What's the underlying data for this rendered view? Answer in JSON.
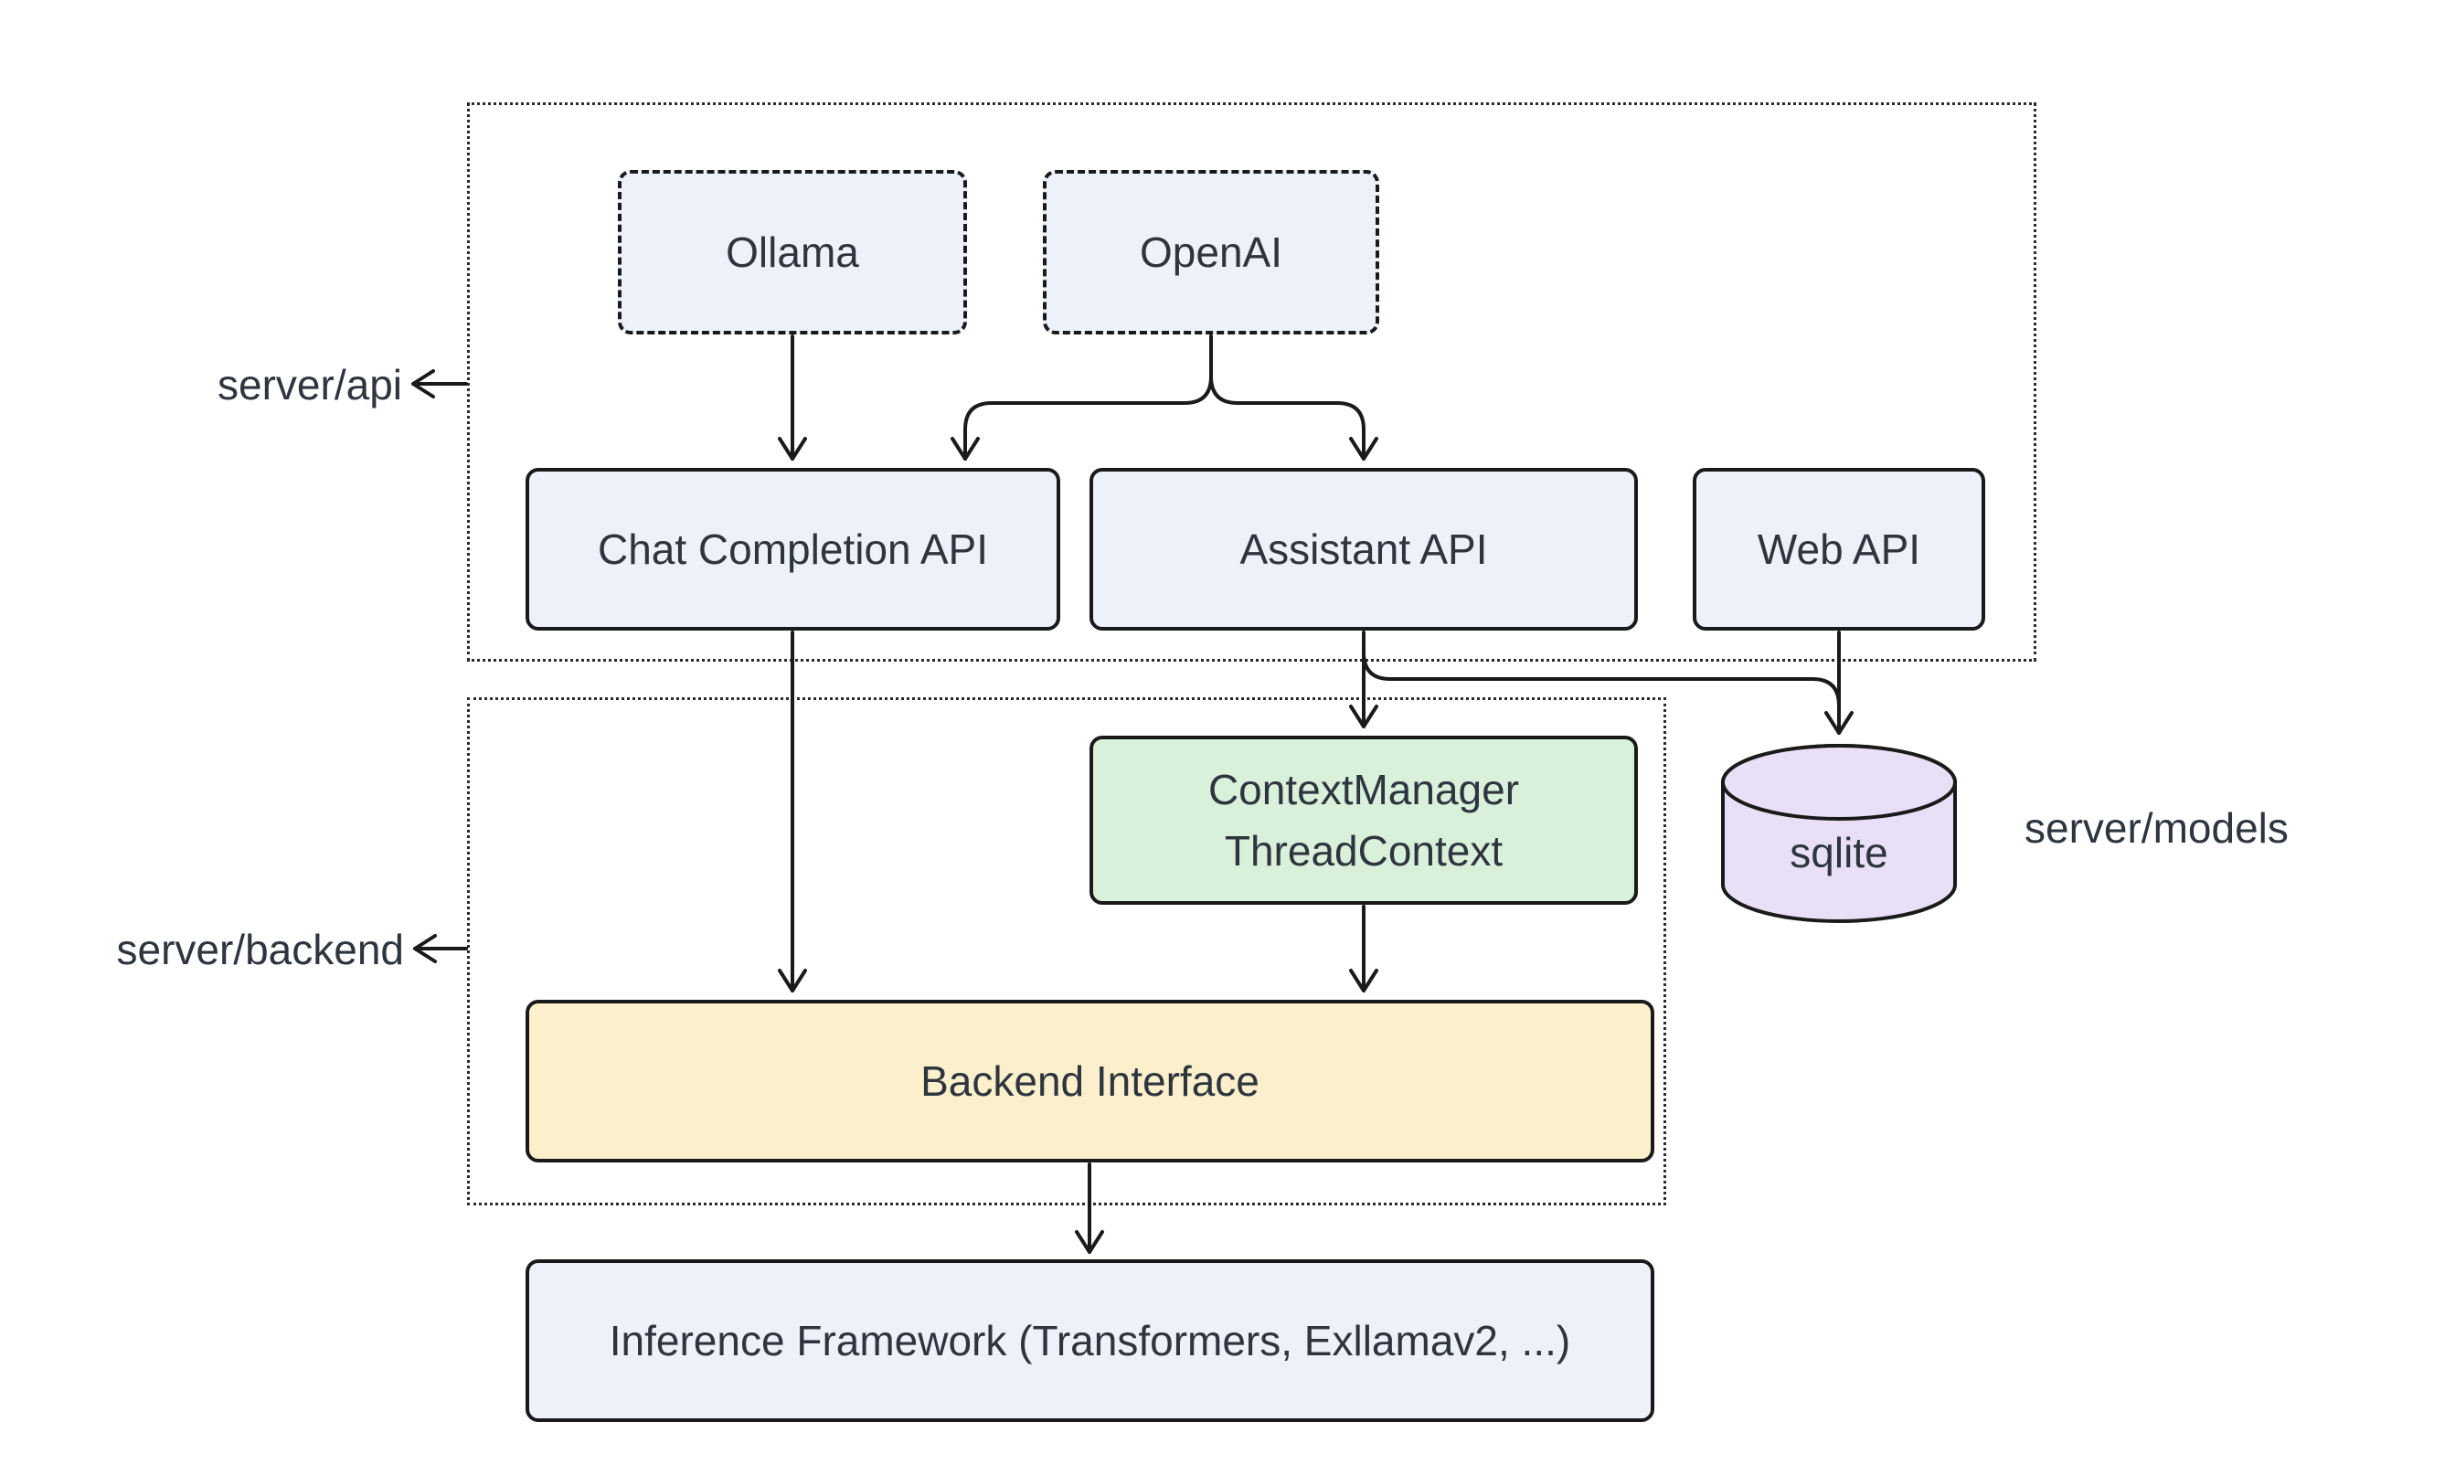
{
  "colors": {
    "canvas-bg": "#ffffff",
    "node-blue": "#ecf1fa",
    "node-green": "#d9f1db",
    "node-yellow": "#fbf0cb",
    "node-purple": "#e9dff7",
    "stroke": "#1a1a1a",
    "container-stroke": "#2b2b2b",
    "text": "#2e353f"
  },
  "containers": {
    "server_api": {
      "label": "server/api"
    },
    "server_backend": {
      "label": "server/backend"
    }
  },
  "labels": {
    "server_models": "server/models"
  },
  "nodes": {
    "ollama": {
      "label": "Ollama"
    },
    "openai": {
      "label": "OpenAI"
    },
    "chat_completion": {
      "label": "Chat Completion API"
    },
    "assistant": {
      "label": "Assistant API"
    },
    "web_api": {
      "label": "Web API"
    },
    "context_manager": {
      "line1": "ContextManager",
      "line2": "ThreadContext"
    },
    "sqlite": {
      "label": "sqlite"
    },
    "backend_interface": {
      "label": "Backend Interface"
    },
    "inference": {
      "label": "Inference Framework (Transformers, Exllamav2, ...)"
    }
  },
  "edges": [
    {
      "from": "ollama",
      "to": "chat_completion"
    },
    {
      "from": "openai",
      "to": "chat_completion"
    },
    {
      "from": "openai",
      "to": "assistant"
    },
    {
      "from": "chat_completion",
      "to": "backend_interface"
    },
    {
      "from": "assistant",
      "to": "context_manager"
    },
    {
      "from": "assistant",
      "to": "sqlite"
    },
    {
      "from": "web_api",
      "to": "sqlite"
    },
    {
      "from": "context_manager",
      "to": "backend_interface"
    },
    {
      "from": "backend_interface",
      "to": "inference"
    }
  ]
}
